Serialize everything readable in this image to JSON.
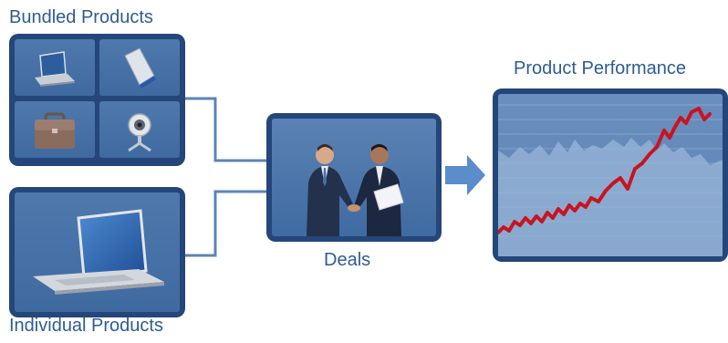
{
  "labels": {
    "bundled": "Bundled Products",
    "individual": "Individual Products",
    "deals": "Deals",
    "performance": "Product Performance"
  },
  "bundled_items": [
    {
      "icon": "laptop-icon"
    },
    {
      "icon": "hard-drive-icon"
    },
    {
      "icon": "briefcase-icon"
    },
    {
      "icon": "webcam-icon"
    }
  ],
  "individual_item": {
    "icon": "laptop-icon"
  },
  "deals_image": {
    "icon": "handshake-icon"
  },
  "performance_chart": {
    "icon": "line-chart-icon"
  },
  "colors": {
    "label_text": "#2e5c94",
    "panel_border": "#24467a",
    "panel_fill": "#4a74a8",
    "connector": "#5b84b5",
    "arrow": "#5b8ccc",
    "trend_line": "#c8141e"
  }
}
